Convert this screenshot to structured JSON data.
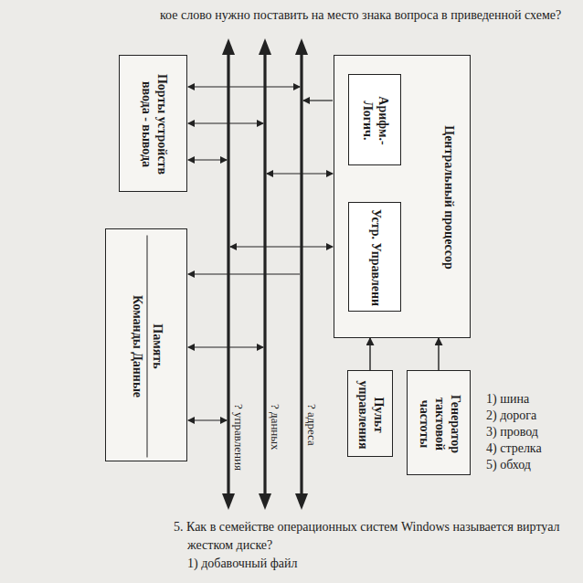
{
  "diagram": {
    "nodes": [
      {
        "text": [
          "Память",
          "Команды Данные"
        ]
      },
      {
        "text": [
          "Порты устройств ввода - вывода"
        ]
      },
      {
        "text": [
          "Центральный процессор"
        ]
      },
      {
        "text": [
          "Арифм.- Логич."
        ],
        "in": 2
      },
      {
        "text": [
          "Устр. Управлени"
        ],
        "in": 2
      },
      {
        "text": [
          "Генератор тактовой частоты"
        ]
      },
      {
        "text": [
          "Пульт управления"
        ]
      }
    ],
    "edges": [
      {
        "from": 5,
        "to": 2,
        "arrow": "to"
      },
      {
        "from": 6,
        "to": 2,
        "arrow": "to"
      }
    ],
    "labels": [
      "кое слово нужно поставить на место знака вопроса в приведенной схеме?",
      "? адреса",
      "? данных",
      "? управления",
      "1) шина",
      "2) дорога",
      "3) провод",
      "4) стрелка",
      "5) обход",
      "5. Как в семействе операционных систем Windows называется виртуал",
      "жестком диске?",
      "1) добавочный файл"
    ]
  }
}
